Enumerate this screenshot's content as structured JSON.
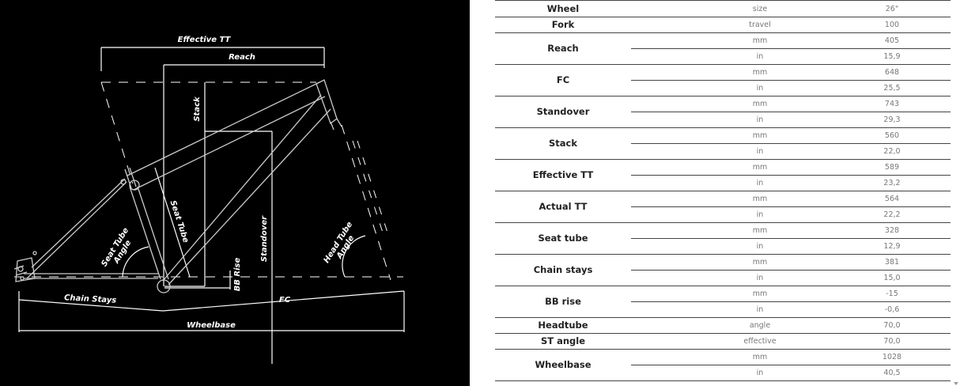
{
  "diagram": {
    "labels": {
      "effective_tt": "Effective TT",
      "reach": "Reach",
      "stack": "Stack",
      "seat_tube": "Seat Tube",
      "seat_tube_angle_1": "Seat Tube",
      "seat_tube_angle_2": "Angle",
      "standover": "Standover",
      "bb_rise": "BB Rise",
      "head_tube_angle_1": "Head Tube",
      "head_tube_angle_2": "Angle",
      "chain_stays": "Chain Stays",
      "fc": "FC",
      "wheelbase": "Wheelbase"
    }
  },
  "geometry_table": {
    "rows": [
      {
        "name": "Wheel",
        "entries": [
          {
            "unit": "size",
            "value": "26\""
          }
        ]
      },
      {
        "name": "Fork",
        "entries": [
          {
            "unit": "travel",
            "value": "100"
          }
        ]
      },
      {
        "name": "Reach",
        "entries": [
          {
            "unit": "mm",
            "value": "405"
          },
          {
            "unit": "in",
            "value": "15,9"
          }
        ]
      },
      {
        "name": "FC",
        "entries": [
          {
            "unit": "mm",
            "value": "648"
          },
          {
            "unit": "in",
            "value": "25,5"
          }
        ]
      },
      {
        "name": "Standover",
        "entries": [
          {
            "unit": "mm",
            "value": "743"
          },
          {
            "unit": "in",
            "value": "29,3"
          }
        ]
      },
      {
        "name": "Stack",
        "entries": [
          {
            "unit": "mm",
            "value": "560"
          },
          {
            "unit": "in",
            "value": "22,0"
          }
        ]
      },
      {
        "name": "Effective TT",
        "entries": [
          {
            "unit": "mm",
            "value": "589"
          },
          {
            "unit": "in",
            "value": "23,2"
          }
        ]
      },
      {
        "name": "Actual TT",
        "entries": [
          {
            "unit": "mm",
            "value": "564"
          },
          {
            "unit": "in",
            "value": "22,2"
          }
        ]
      },
      {
        "name": "Seat tube",
        "entries": [
          {
            "unit": "mm",
            "value": "328"
          },
          {
            "unit": "in",
            "value": "12,9"
          }
        ]
      },
      {
        "name": "Chain stays",
        "entries": [
          {
            "unit": "mm",
            "value": "381"
          },
          {
            "unit": "in",
            "value": "15,0"
          }
        ]
      },
      {
        "name": "BB rise",
        "entries": [
          {
            "unit": "mm",
            "value": "-15"
          },
          {
            "unit": "in",
            "value": "-0,6"
          }
        ]
      },
      {
        "name": "Headtube",
        "entries": [
          {
            "unit": "angle",
            "value": "70,0"
          }
        ]
      },
      {
        "name": "ST angle",
        "entries": [
          {
            "unit": "effective",
            "value": "70,0"
          }
        ]
      },
      {
        "name": "Wheelbase",
        "entries": [
          {
            "unit": "mm",
            "value": "1028"
          },
          {
            "unit": "in",
            "value": "40,5"
          }
        ]
      }
    ]
  }
}
